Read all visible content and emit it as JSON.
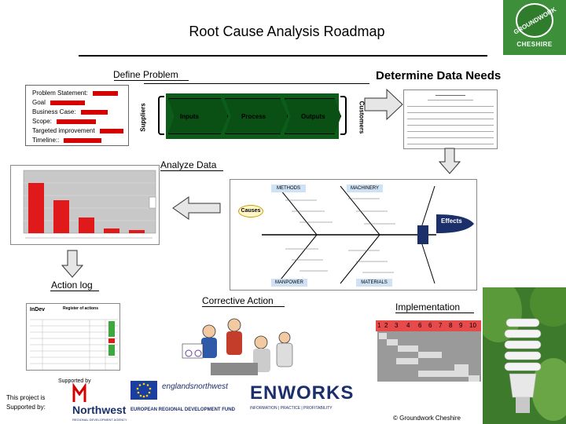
{
  "title": "Root Cause Analysis Roadmap",
  "logo": {
    "name": "GROUNDWORK",
    "region": "CHESHIRE",
    "color": "#3d8f3a"
  },
  "define_problem": {
    "label": "Define Problem",
    "statement_lines": [
      {
        "label": "Problem Statement:",
        "bar": 32
      },
      {
        "label": "Goal",
        "bar": 44
      },
      {
        "label": "Business Case:",
        "bar": 34
      },
      {
        "label": "Scope:",
        "bar": 50
      },
      {
        "label": "Targeted improvement",
        "bar": 30
      },
      {
        "label": "Timeline::",
        "bar": 48
      }
    ],
    "sipoc": {
      "suppliers": "Suppliers",
      "inputs": "Inputs",
      "process": "Process",
      "outputs": "Outputs",
      "customers": "Customers"
    }
  },
  "determine_data_needs": {
    "label": "Determine Data Needs"
  },
  "analyze_data": {
    "label": "Analyze Data",
    "fishbone": {
      "causes": "Causes",
      "effects": "Effects",
      "categories": [
        "METHODS",
        "MACHINERY",
        "MANPOWER",
        "MATERIALS"
      ]
    }
  },
  "action_log": {
    "label": "Action log",
    "logo": "InDev",
    "header": "Register of actions"
  },
  "corrective_action": {
    "label": "Corrective Action"
  },
  "implementation": {
    "label": "Implementation",
    "columns": [
      "1",
      "2",
      "3",
      "4",
      "6",
      "6",
      "7",
      "8",
      "9",
      "10"
    ]
  },
  "supported_by": "Supported by",
  "project_supported": [
    "This project is",
    "Supported by:"
  ],
  "sponsors": {
    "northwest": "Northwest",
    "northwest_sub": "REGIONAL DEVELOPMENT AGENCY",
    "erdf_top": "englandsnorthwest",
    "erdf": "EUROPEAN REGIONAL DEVELOPMENT FUND",
    "enworks": "ENWORKS",
    "enworks_sub": "INFORMATION | PRACTICE | PROFITABILITY"
  },
  "copyright": "© Groundwork Cheshire",
  "colors": {
    "accent_green": "#0a4f14",
    "red": "#d40000",
    "navy": "#1b2f6b"
  }
}
